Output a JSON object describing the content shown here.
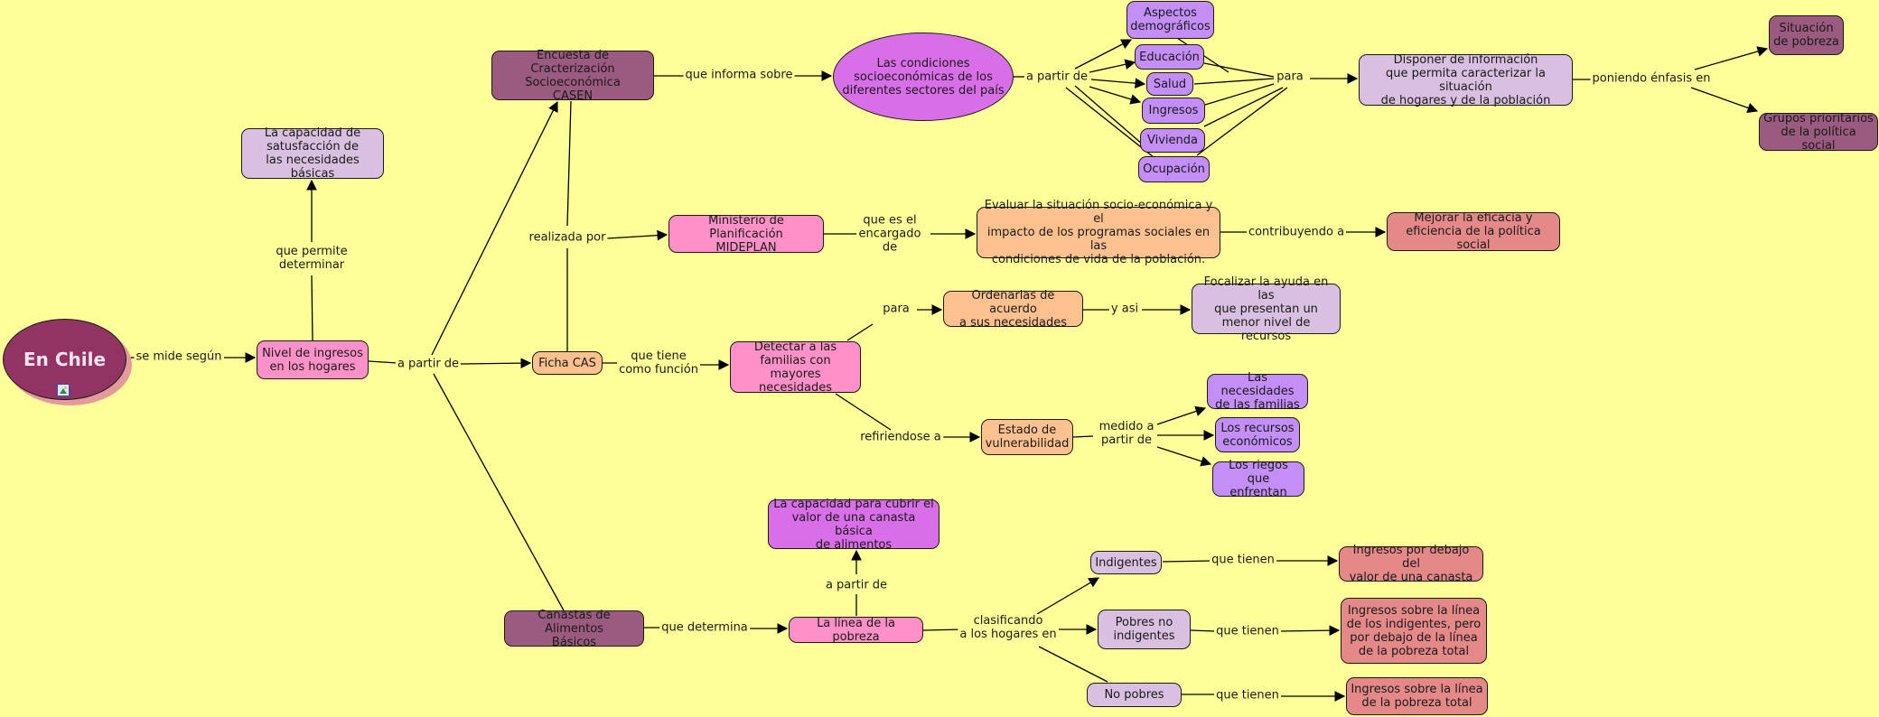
{
  "background_color": "#ffff99",
  "colors": {
    "root": "#923463",
    "dark_plum": "#9b5a7f",
    "lavender": "#d9bfe0",
    "pink": "#ff91c8",
    "magenta": "#d96ee9",
    "purple": "#c48ef7",
    "peach": "#fdc18f",
    "rose": "#e48888"
  },
  "nodes": {
    "en_chile": "En Chile",
    "nivel_ingresos": "Nivel de ingresos\nen los hogares",
    "capacidad_satisfaccion": "La capacidad de\nsatusfacción de\nlas necesidades básicas",
    "casen": "Encuesta de Cracterización\nSocioeconómica\nCASEN",
    "condiciones": "Las condiciones\nsocioeconómicas de los\ndiferentes sectores del país",
    "aspectos": "Aspectos\ndemográficos",
    "educacion": "Educación",
    "salud": "Salud",
    "ingresos": "Ingresos",
    "vivienda": "Vivienda",
    "ocupacion": "Ocupación",
    "disponer": "Disponer de información\nque permita caracterizar la situación\nde hogares y de la población",
    "situacion_pobreza": "Situación\nde pobreza",
    "grupos_prioritarios": "Grupos prioritarios\nde la política social",
    "ministerio": "Ministerio de Planificación\nMIDEPLAN",
    "evaluar": "Evaluar la situación socio-económica y el\nimpacto de los programas sociales en las\ncondiciones de vida de la población.",
    "mejorar": "Mejorar la eficacia y\neficiencia de la política social",
    "ficha_cas": "Ficha CAS",
    "detectar": "Detectar a las\nfamilias con\nmayores necesidades",
    "ordenarlas": "Ordenarlas de acuerdo\na sus necesidades",
    "focalizar": "Focalizar la ayuda en las\nque presentan un\nmenor nivel de recursos",
    "estado_vulnerabilidad": "Estado de\nvulnerabilidad",
    "necesidades_familias": "Las necesidades\nde las familias",
    "recursos_economicos": "Los recursos\neconómicos",
    "riegos": "Los riegos\nque enfrentan",
    "capacidad_canasta": "La capacidad para cubrir el\nvalor de una canasta básica\nde alimentos",
    "canastas": "Canastas de Alimentos\nBásicos",
    "linea_pobreza": "La línea de la pobreza",
    "indigentes": "Indigentes",
    "pobres_no_indigentes": "Pobres no\nindigentes",
    "no_pobres": "No pobres",
    "ingresos_debajo": "Ingresos por debajo del\nvalor de una canasta",
    "ingresos_sobre_indigentes": "Ingresos sobre la línea\nde los indigentes, pero\npor debajo de la línea\nde la pobreza total",
    "ingresos_sobre_total": "Ingresos sobre la línea\nde la pobreza total"
  },
  "links": {
    "se_mide_segun": "se mide según",
    "que_permite_determinar": "que permite\ndeterminar",
    "a_partir_de_1": "a partir de",
    "que_informa_sobre": "que informa sobre",
    "a_partir_de_2": "a partir de",
    "para_1": "para",
    "poniendo_enfasis": "poniendo énfasis en",
    "realizada_por": "realizada por",
    "que_es_encargado": "que es el\nencargado\nde",
    "contribuyendo_a": "contribuyendo a",
    "que_tiene_funcion": "que tiene\ncomo función",
    "para_2": "para",
    "y_asi": "y asi",
    "refiriendose_a": "refiriendose a",
    "medido_a_partir": "medido a\npartir de",
    "que_determina": "que determina",
    "a_partir_de_3": "a partir de",
    "clasificando": "clasificando\na los hogares en",
    "que_tienen_1": "que tienen",
    "que_tienen_2": "que tienen",
    "que_tienen_3": "que tienen"
  }
}
